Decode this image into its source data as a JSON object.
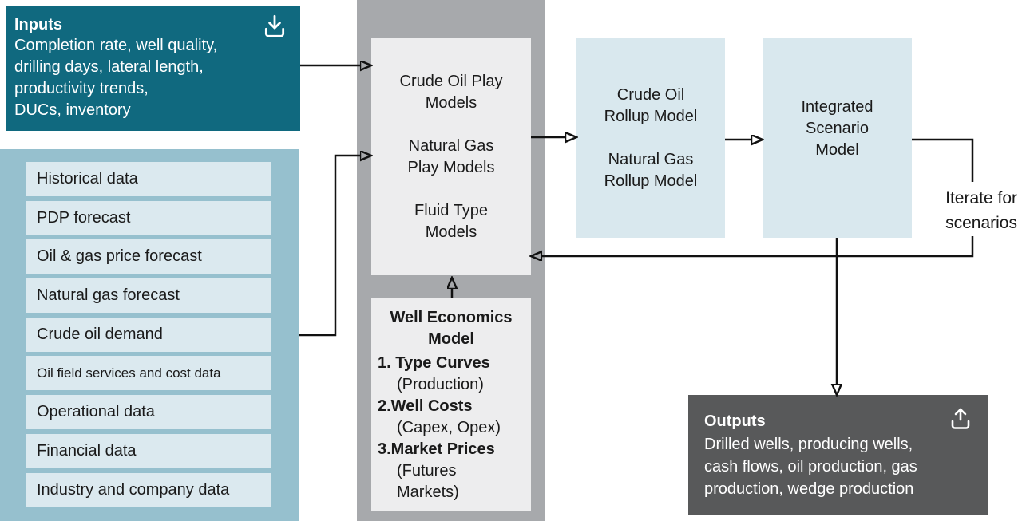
{
  "palette": {
    "teal": "#10697f",
    "panel_blue": "#96c0ce",
    "item_blue": "#dbe9ef",
    "gray_band": "#a7a9ac",
    "light_gray_box": "#ededee",
    "pale_blue_box": "#d9e8ee",
    "dark_gray_box": "#58595a",
    "line_color": "#111111"
  },
  "inputs_box": {
    "title": "Inputs",
    "body": "Completion rate, well quality,\ndrilling days, lateral length,\nproductivity trends,\nDUCs, inventory",
    "icon": "download-icon"
  },
  "data_sources": {
    "items": [
      "Historical data",
      "PDP forecast",
      "Oil & gas price forecast",
      "Natural gas forecast",
      "Crude oil demand",
      "Oil field services and cost data",
      "Operational data",
      "Financial data",
      "Industry and company data"
    ]
  },
  "play_models_box": {
    "groups": [
      "Crude Oil Play\nModels",
      "Natural Gas\nPlay Models",
      "Fluid Type\nModels"
    ]
  },
  "well_economics_box": {
    "title": "Well Economics\nModel",
    "items": [
      {
        "label": "1. Type Curves",
        "detail": "(Production)"
      },
      {
        "label": "2.Well Costs",
        "detail": "(Capex, Opex)"
      },
      {
        "label": "3.Market Prices",
        "detail": "(Futures\nMarkets)"
      }
    ]
  },
  "rollup_box": {
    "groups": [
      "Crude Oil\nRollup Model",
      "Natural Gas\nRollup Model"
    ]
  },
  "scenario_box": {
    "label": "Integrated\nScenario\nModel"
  },
  "iterate_label": "Iterate for\nscenarios",
  "outputs_box": {
    "title": "Outputs",
    "body": "Drilled wells, producing wells,\ncash flows, oil production, gas\nproduction, wedge production",
    "icon": "upload-icon"
  }
}
